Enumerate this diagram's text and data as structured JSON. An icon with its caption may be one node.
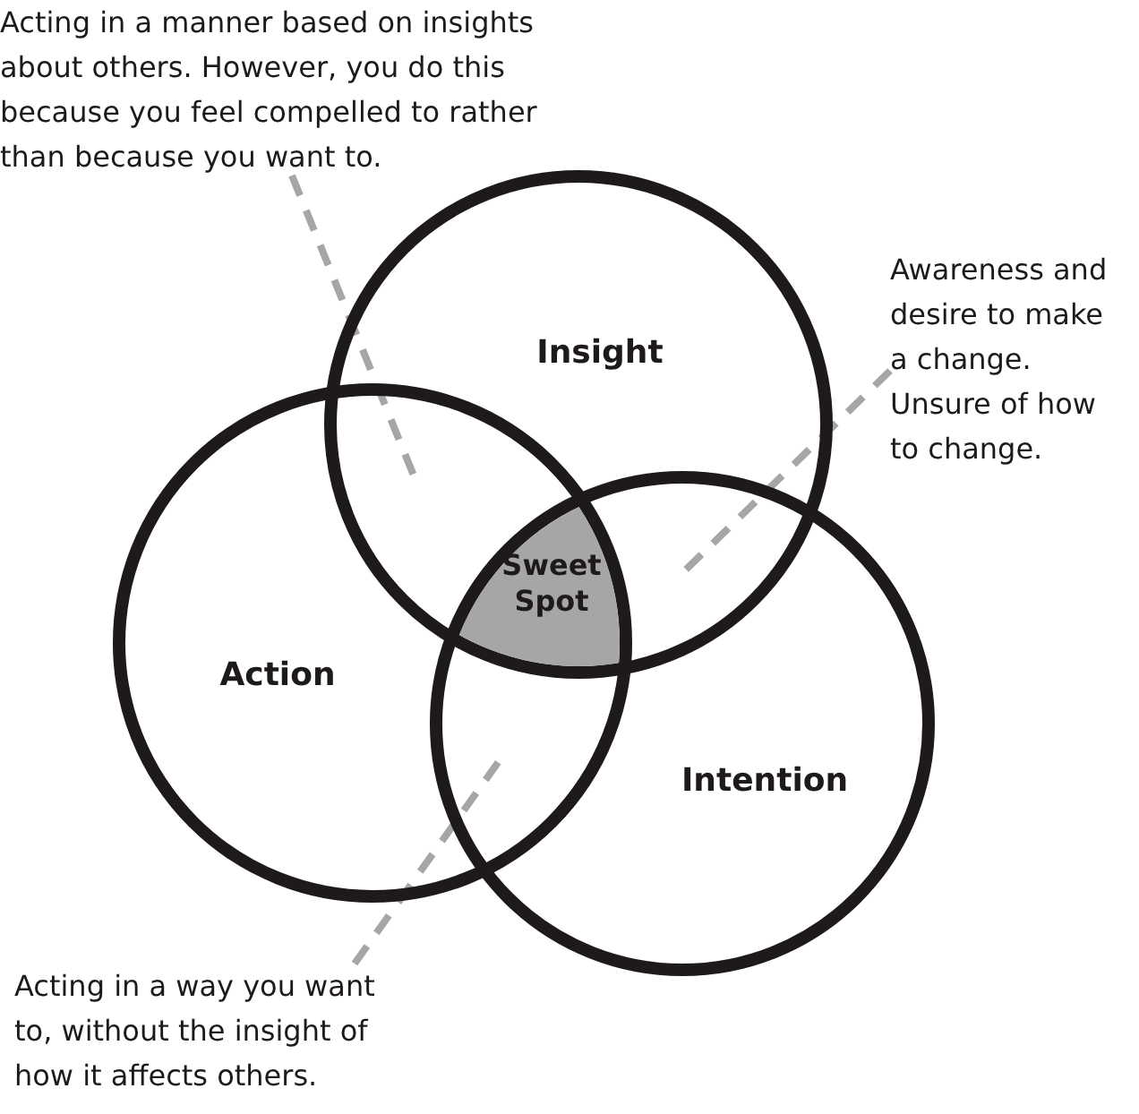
{
  "diagram": {
    "nodes": [
      {
        "text": [
          "Insight"
        ]
      },
      {
        "text": [
          "Action"
        ]
      },
      {
        "text": [
          "Intention"
        ]
      },
      {
        "text": [
          "Sweet Spot"
        ]
      },
      {
        "text": [
          "Acting in a manner based on insights about others. However, you do this because you feel compelled to rather than because you want to."
        ]
      },
      {
        "text": [
          "Awareness and desire to make a change. Unsure of how to change."
        ]
      },
      {
        "text": [
          "Acting in a way you want to, without the insight of how it affects others."
        ]
      }
    ],
    "edges": [
      {
        "from": 4,
        "to": 0,
        "arrow": "none",
        "style": "dashed",
        "color": "#a6a6a6"
      },
      {
        "from": 5,
        "to": 2,
        "arrow": "none",
        "style": "dashed",
        "color": "#a6a6a6"
      },
      {
        "from": 6,
        "to": 1,
        "arrow": "none",
        "style": "dashed",
        "color": "#a6a6a6"
      }
    ]
  }
}
